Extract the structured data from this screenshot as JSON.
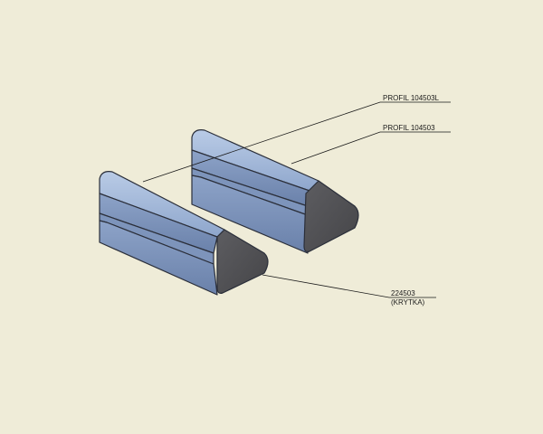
{
  "callouts": {
    "profile_left": "PROFIL 104503L",
    "profile_right": "PROFIL 104503",
    "end_cap_number": "224503",
    "end_cap_name": "(KRYTKA)"
  },
  "colors": {
    "background": "#efecd8",
    "profile_top": "#9fb5d6",
    "profile_side": "#7890b8",
    "profile_dark": "#5b6f95",
    "end_cap": "#4f4f52"
  }
}
